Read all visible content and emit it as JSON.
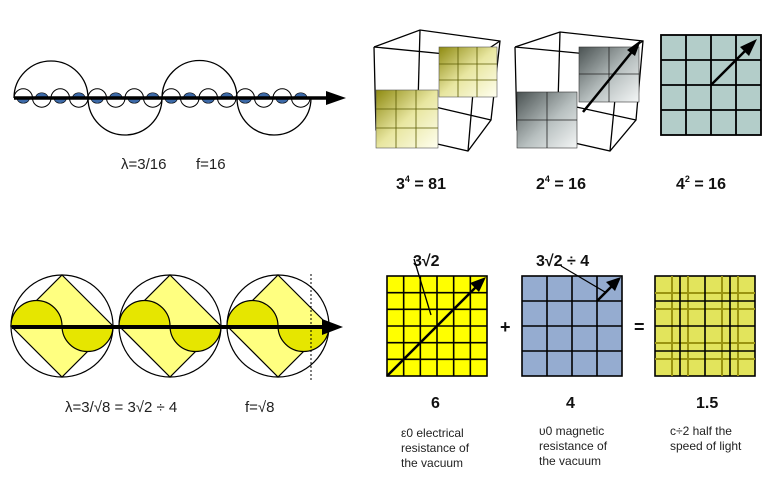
{
  "top_row": {
    "wave_label_lambda": "λ=3/16",
    "wave_label_f": "f=16",
    "cube_81": {
      "base": "3",
      "exp": "4",
      "result": "= 81",
      "color": "#d8d040"
    },
    "cube_16": {
      "base": "2",
      "exp": "4",
      "result": "= 16",
      "color": "#8a9494"
    },
    "square_16": {
      "base": "4",
      "exp": "2",
      "result": "= 16",
      "color": "#b3cdc9"
    }
  },
  "bottom_row": {
    "wave_label_lambda": "λ=3/√8 = 3√2 ÷ 4",
    "wave_label_f": "f=√8",
    "grid_yellow": {
      "arrow_label": "3√2",
      "value": "6",
      "desc": "ε0 electrical resistance of the vacuum",
      "color": "#ffff00"
    },
    "plus": "+",
    "grid_blue": {
      "arrow_label": "3√2 ÷ 4",
      "value": "4",
      "desc": "υ0 magnetic resistance of the vacuum",
      "color": "#95acd0"
    },
    "equals": "=",
    "grid_olive": {
      "value": "1.5",
      "desc": "c÷2 half the speed of light",
      "color": "#e2e45c"
    }
  },
  "colors": {
    "wave_blue": "#3d6aa8",
    "diamond_yellow": "#ffff80",
    "half_circle_yellow": "#e6e600",
    "line": "#000000"
  }
}
